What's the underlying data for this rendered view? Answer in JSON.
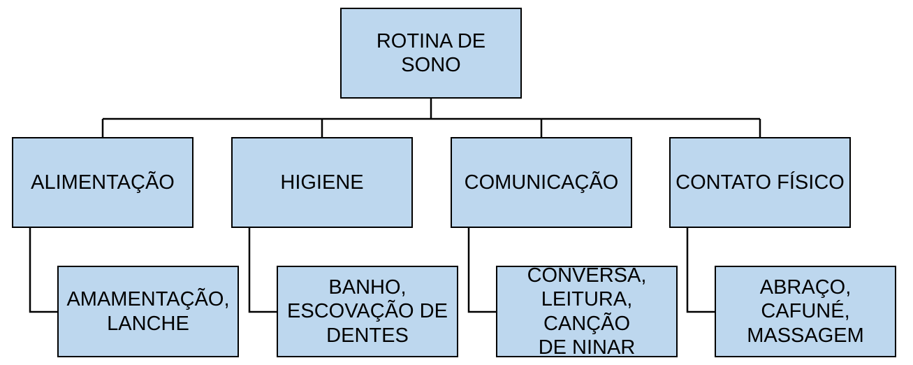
{
  "root": {
    "label": "ROTINA DE SONO"
  },
  "categories": [
    {
      "label": "ALIMENTAÇÃO",
      "detail": "AMAMENTAÇÃO,\nLANCHE"
    },
    {
      "label": "HIGIENE",
      "detail": "BANHO,\nESCOVAÇÃO DE\nDENTES"
    },
    {
      "label": "COMUNICAÇÃO",
      "detail": "CONVERSA,\nLEITURA, CANÇÃO\nDE NINAR"
    },
    {
      "label": "CONTATO FÍSICO",
      "detail": "ABRAÇO, CAFUNÉ,\nMASSAGEM"
    }
  ],
  "colors": {
    "box_fill": "#bdd7ee",
    "box_border": "#000000",
    "connector": "#000000",
    "background": "#ffffff"
  }
}
